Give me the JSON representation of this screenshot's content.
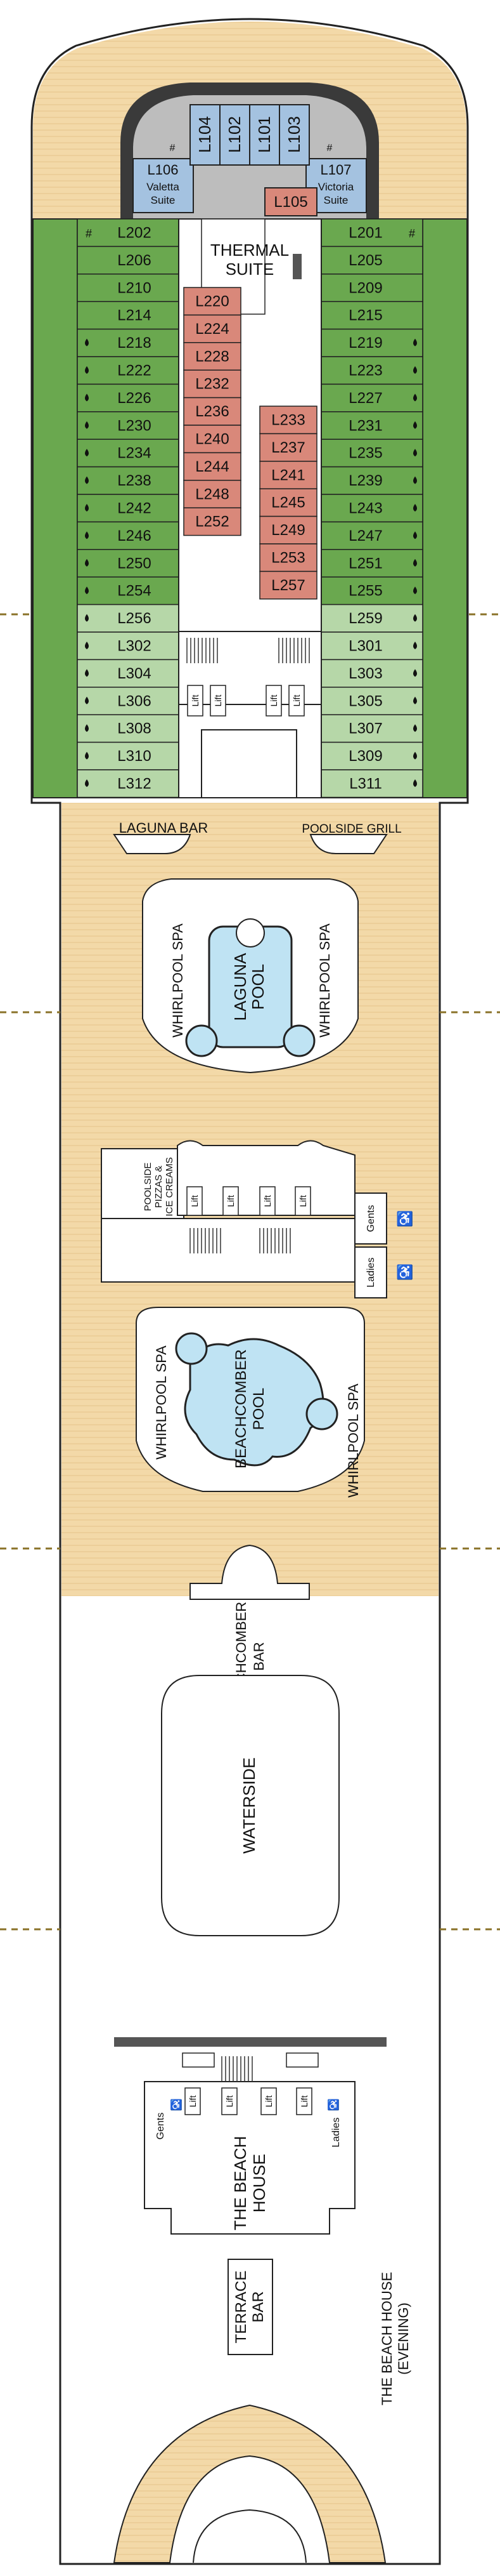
{
  "colors": {
    "wood": "#f3d9a8",
    "balcony_cabin": "#6aa84f",
    "window_cabin": "#b6d7a8",
    "suite": "#a4c2e0",
    "interior_cabin": "#d9887a",
    "pool_water": "#bfe3f3",
    "outline": "#222222",
    "deck_divider": "#8a7228"
  },
  "icons": {
    "accessible": "wheelchair-icon",
    "connecting": "hash-icon",
    "balcony": "droplet-icon"
  },
  "suites": {
    "l106": "L106",
    "l106_name": "Valetta",
    "l106_type": "Suite",
    "l107": "L107",
    "l107_name": "Victoria",
    "l107_type": "Suite",
    "forward": [
      "L104",
      "L102",
      "L101",
      "L103"
    ],
    "l105": "L105"
  },
  "cabins_port": [
    "L202",
    "L206",
    "L210",
    "L214",
    "L218",
    "L222",
    "L226",
    "L230",
    "L234",
    "L238",
    "L242",
    "L246",
    "L250",
    "L254",
    "L256",
    "L302",
    "L304",
    "L306",
    "L308",
    "L310",
    "L312"
  ],
  "cabins_starboard": [
    "L201",
    "L205",
    "L209",
    "L215",
    "L219",
    "L223",
    "L227",
    "L231",
    "L235",
    "L239",
    "L243",
    "L247",
    "L251",
    "L255",
    "L259",
    "L301",
    "L303",
    "L305",
    "L307",
    "L309",
    "L311"
  ],
  "cabins_inner_left": [
    "L220",
    "L224",
    "L228",
    "L232",
    "L236",
    "L240",
    "L244",
    "L248",
    "L252"
  ],
  "cabins_inner_right": [
    "L233",
    "L237",
    "L241",
    "L245",
    "L249",
    "L253",
    "L257"
  ],
  "labels": {
    "thermal_suite_1": "THERMAL",
    "thermal_suite_2": "SUITE",
    "lift": "Lift",
    "laguna_bar": "LAGUNA BAR",
    "poolside_grill": "POOLSIDE GRILL",
    "whirlpool_spa": "WHIRLPOOL SPA",
    "laguna_pool_1": "LAGUNA",
    "laguna_pool_2": "POOL",
    "poolside_pizzas_1": "POOLSIDE",
    "poolside_pizzas_2": "PIZZAS &",
    "poolside_pizzas_3": "ICE CREAMS",
    "gents": "Gents",
    "ladies": "Ladies",
    "beachcomber_pool_1": "BEACHCOMBER",
    "beachcomber_pool_2": "POOL",
    "beachcomber_bar_1": "BEACHCOMBER",
    "beachcomber_bar_2": "BAR",
    "waterside": "WATERSIDE",
    "beach_house_1": "THE BEACH",
    "beach_house_2": "HOUSE",
    "terrace_bar_1": "TERRACE",
    "terrace_bar_2": "BAR",
    "beach_house_evening_1": "THE BEACH HOUSE",
    "beach_house_evening_2": "(EVENING)"
  }
}
